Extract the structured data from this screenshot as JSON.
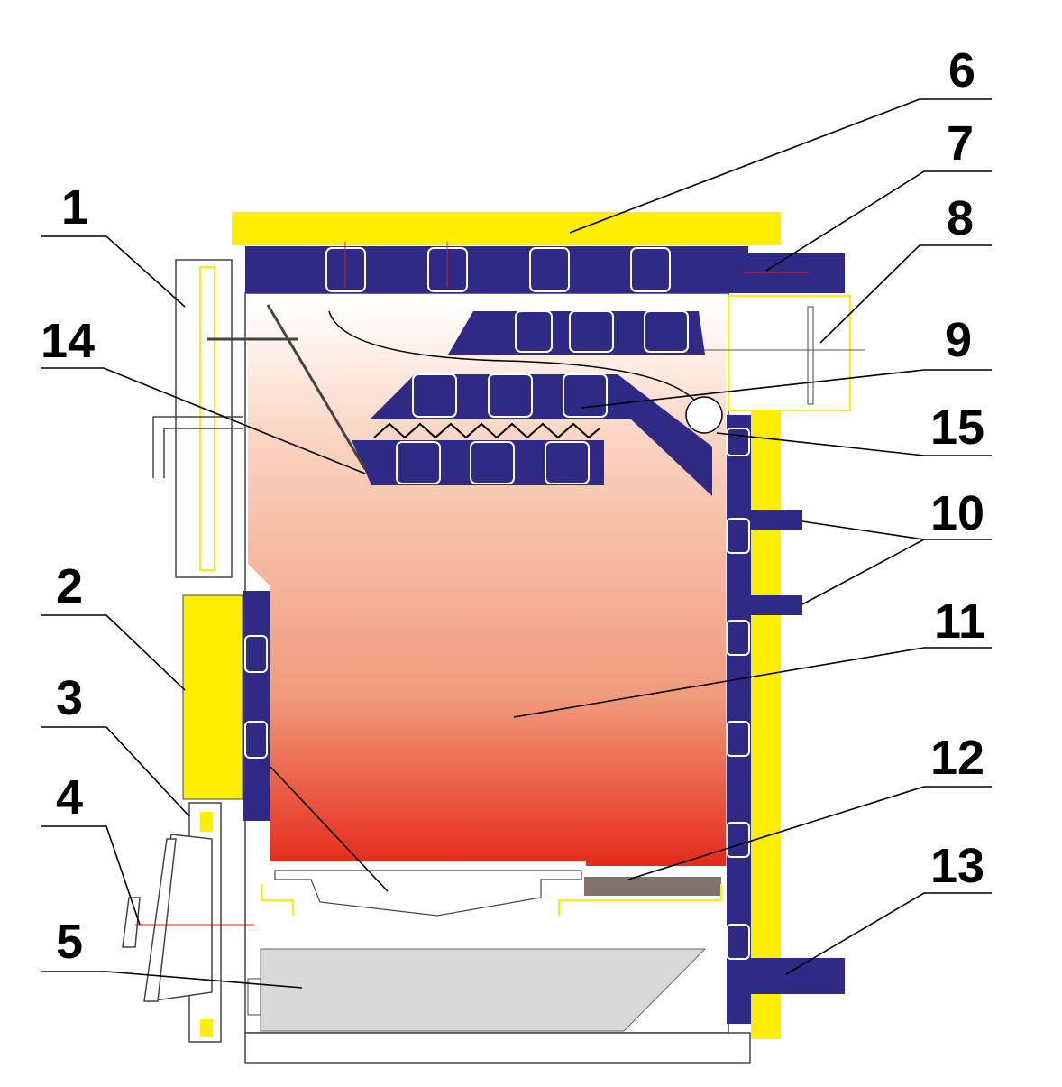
{
  "diagram": {
    "title_hidden": "",
    "colors": {
      "insulation": "#ffee00",
      "water_jacket": "#2e2a86",
      "flame_bottom": "#e52a1a",
      "ash_pan": "#d9d9d9",
      "grate_part": "#7f736b"
    },
    "labels": [
      {
        "id": "1",
        "text": "1"
      },
      {
        "id": "2",
        "text": "2"
      },
      {
        "id": "3",
        "text": "3"
      },
      {
        "id": "4",
        "text": "4"
      },
      {
        "id": "5",
        "text": "5"
      },
      {
        "id": "6",
        "text": "6"
      },
      {
        "id": "7",
        "text": "7"
      },
      {
        "id": "8",
        "text": "8"
      },
      {
        "id": "9",
        "text": "9"
      },
      {
        "id": "10",
        "text": "10"
      },
      {
        "id": "11",
        "text": "11"
      },
      {
        "id": "12",
        "text": "12"
      },
      {
        "id": "13",
        "text": "13"
      },
      {
        "id": "14",
        "text": "14"
      },
      {
        "id": "15",
        "text": "15"
      }
    ]
  }
}
